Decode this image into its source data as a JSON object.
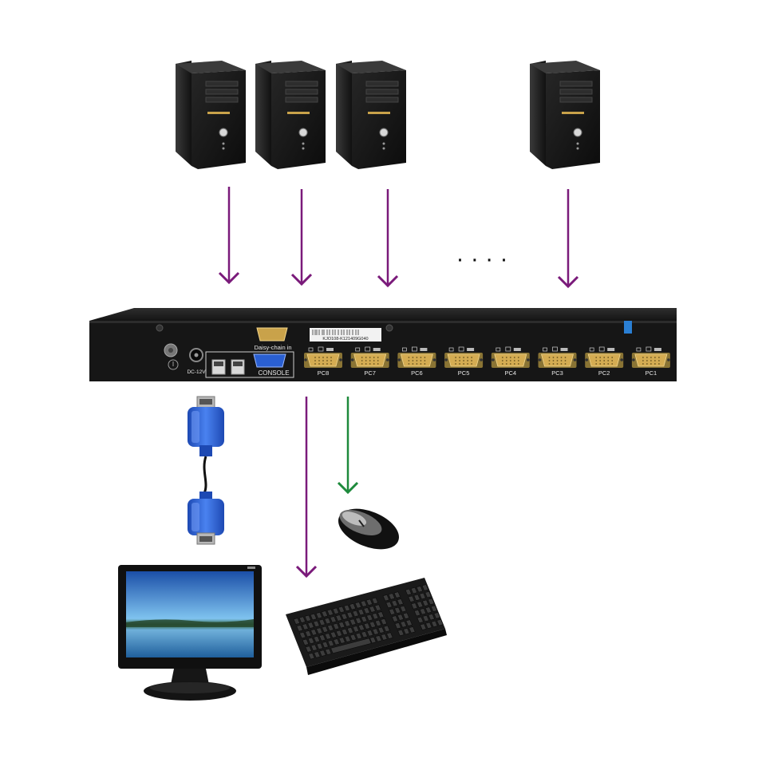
{
  "colors": {
    "arrow_purple": "#7a1a7a",
    "arrow_green": "#1e8a3c",
    "device_body": "#1c1c1c",
    "port_gold": "#c9a24a",
    "cable_blue": "#2a5fd1",
    "screen_blue": "#3d8fd8"
  },
  "icons": {
    "computer": "tower-pc-icon",
    "monitor": "monitor-icon",
    "keyboard": "keyboard-icon",
    "mouse": "mouse-icon",
    "cable": "vga-cable-icon"
  },
  "ellipsis": "· · · ·",
  "kvm": {
    "serial_label": "KJO108-K121409G040",
    "daisy_chain_label": "Daisy-chain in",
    "console_label": "CONSOLE",
    "power_label": "DC-12V",
    "ports": [
      "PC8",
      "PC7",
      "PC6",
      "PC5",
      "PC4",
      "PC3",
      "PC2",
      "PC1"
    ]
  }
}
